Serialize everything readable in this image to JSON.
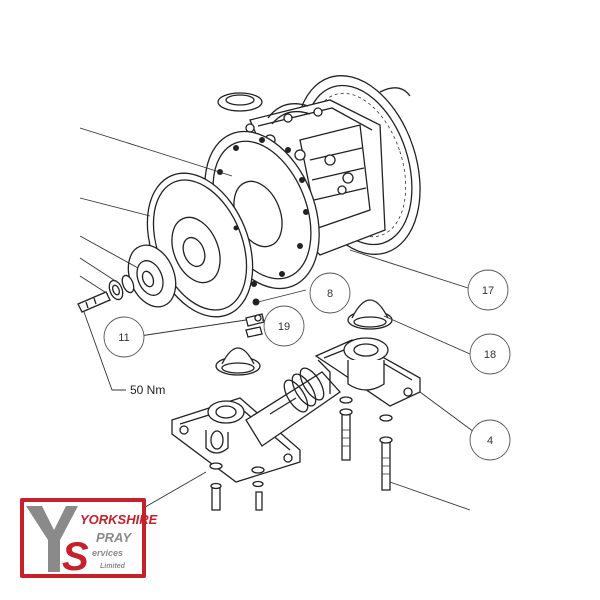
{
  "callouts": {
    "c8": "8",
    "c11": "11",
    "c19": "19",
    "c17": "17",
    "c18": "18",
    "c4": "4"
  },
  "torque_label": "50 Nm",
  "logo": {
    "word1": "YORKSHIRE",
    "word2": "PRAY",
    "word3": "ervices",
    "word4": "Limited",
    "letters": "YS",
    "colors": {
      "red": "#c8202a",
      "grey": "#8a8a8a",
      "white": "#ffffff"
    }
  }
}
